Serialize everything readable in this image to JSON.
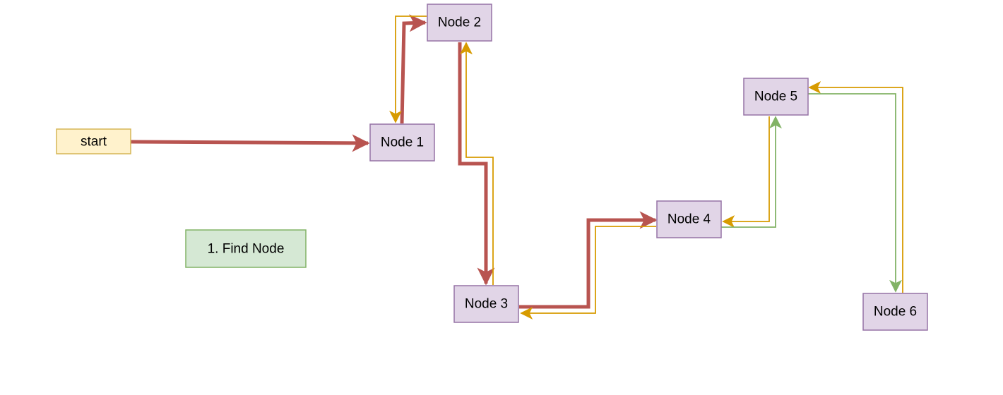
{
  "diagram": {
    "nodes": {
      "start": {
        "label": "start",
        "fill": "#fff2cc",
        "stroke": "#d6b656"
      },
      "node1": {
        "label": "Node 1",
        "fill": "#e1d5e7",
        "stroke": "#9673a6"
      },
      "node2": {
        "label": "Node 2",
        "fill": "#e1d5e7",
        "stroke": "#9673a6"
      },
      "node3": {
        "label": "Node 3",
        "fill": "#e1d5e7",
        "stroke": "#9673a6"
      },
      "node4": {
        "label": "Node 4",
        "fill": "#e1d5e7",
        "stroke": "#9673a6"
      },
      "node5": {
        "label": "Node 5",
        "fill": "#e1d5e7",
        "stroke": "#9673a6"
      },
      "node6": {
        "label": "Node 6",
        "fill": "#e1d5e7",
        "stroke": "#9673a6"
      },
      "step": {
        "label": "1. Find Node",
        "fill": "#d5e8d4",
        "stroke": "#82b366"
      }
    },
    "edge_colors": {
      "red": "#b85450",
      "orange": "#d79b00",
      "green": "#82b366"
    }
  }
}
